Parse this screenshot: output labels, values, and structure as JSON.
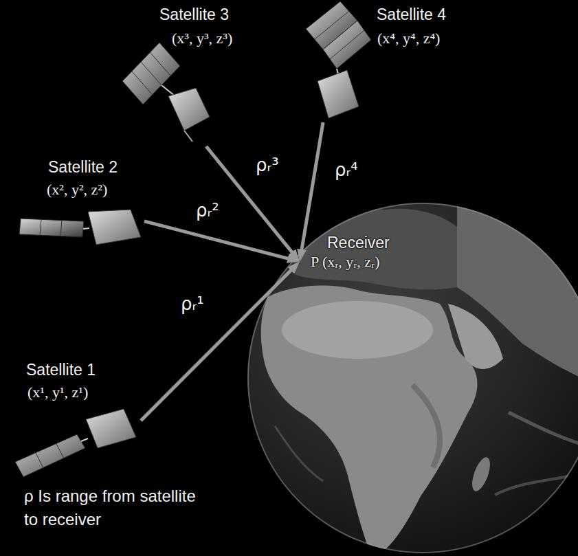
{
  "diagram": {
    "nodes": [
      {
        "text": [
          "Satellite 3",
          "(x³, y³, z³)"
        ]
      },
      {
        "text": [
          "Satellite 4",
          "(x⁴, y⁴, z⁴)"
        ]
      },
      {
        "text": [
          "Satellite 2",
          "(x², y², z²)"
        ]
      },
      {
        "text": [
          "Receiver",
          "P (xᵣ, yᵣ, zᵣ)"
        ]
      },
      {
        "text": [
          "Satellite 1",
          "(x¹, y¹, z¹)"
        ]
      }
    ],
    "edges": [
      {
        "from": 4,
        "to": 3,
        "arrow": "to",
        "label": "ρᵣ¹"
      },
      {
        "from": 2,
        "to": 3,
        "arrow": "to",
        "label": "ρᵣ²"
      },
      {
        "from": 0,
        "to": 3,
        "arrow": "to",
        "label": "ρᵣ³"
      },
      {
        "from": 1,
        "to": 3,
        "arrow": "to",
        "label": "ρᵣ⁴"
      }
    ],
    "labels": [
      "ρ Is range from satellite to receiver"
    ]
  }
}
